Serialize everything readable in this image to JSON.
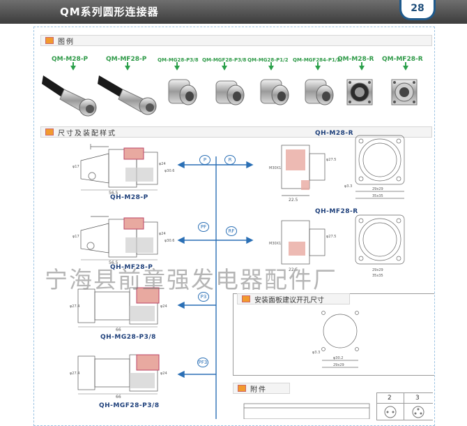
{
  "header": {
    "title": "QM系列圆形连接器",
    "page_number": "28"
  },
  "sections": {
    "legend": "图例",
    "dimensions": "尺寸及装配样式",
    "panel": "安装面板建议开孔尺寸",
    "accessories": "附件"
  },
  "legend_items": [
    {
      "label": "QM-M28-P"
    },
    {
      "label": "QM-MF28-P"
    },
    {
      "label": "QM-MG28-P3/8"
    },
    {
      "label": "QM-MGF28-P3/8"
    },
    {
      "label": "QM-MG28-P1/2"
    },
    {
      "label": "QM-MGF284-P1/2"
    },
    {
      "label": "QM-M28-R"
    },
    {
      "label": "QM-MF28-R"
    }
  ],
  "drawings": {
    "m28p": {
      "caption": "QH-M28-P",
      "dim_len": "56.5",
      "dim_d1": "φ17",
      "dim_d2": "φ24",
      "dim_d3": "φ30.6"
    },
    "mf28p": {
      "caption": "QH-MF28-P",
      "dim_len": "56.5",
      "dim_d1": "φ17",
      "dim_d2": "φ24",
      "dim_d3": "φ30.6"
    },
    "mg28p": {
      "caption": "QH-MG28-P3/8",
      "dim_len": "66",
      "dim_d1": "φ27.4",
      "dim_d2": "φ24"
    },
    "mgf28p": {
      "caption": "QH-MGF28-P3/8",
      "dim_len": "66",
      "dim_d1": "φ27.4",
      "dim_d2": "φ24"
    },
    "m28r": {
      "caption": "QH-M28-R",
      "dim_len": "22.5",
      "dim_w": "29x29",
      "dim_w2": "35x35",
      "dim_m": "M30X1",
      "dim_d": "φ27.5",
      "dim_h": "φ3.3"
    },
    "mf28r": {
      "caption": "QH-MF28-R",
      "dim_len": "22.5",
      "dim_w": "29x29",
      "dim_w2": "35x35",
      "dim_m": "M30X1",
      "dim_d": "φ27.5"
    },
    "panel": {
      "dim_w": "29x29",
      "dim_d": "φ30.2",
      "dim_h": "φ3.3"
    }
  },
  "assembly_labels": {
    "p": "P",
    "r": "R",
    "pf": "PF",
    "rf": "RF",
    "p3": "P3",
    "pf3": "PF3"
  },
  "accessory_table": {
    "col2": "2",
    "col3": "3"
  },
  "watermark": "宁海县前童强发电器配件厂",
  "colors": {
    "header_bg": "#4a4a4a",
    "badge_border": "#1f5a8c",
    "legend_label": "#2f9a48",
    "caption_blue": "#1d3f7a",
    "line_blue": "#2a6fb5",
    "section_square": "#f29a2e"
  }
}
